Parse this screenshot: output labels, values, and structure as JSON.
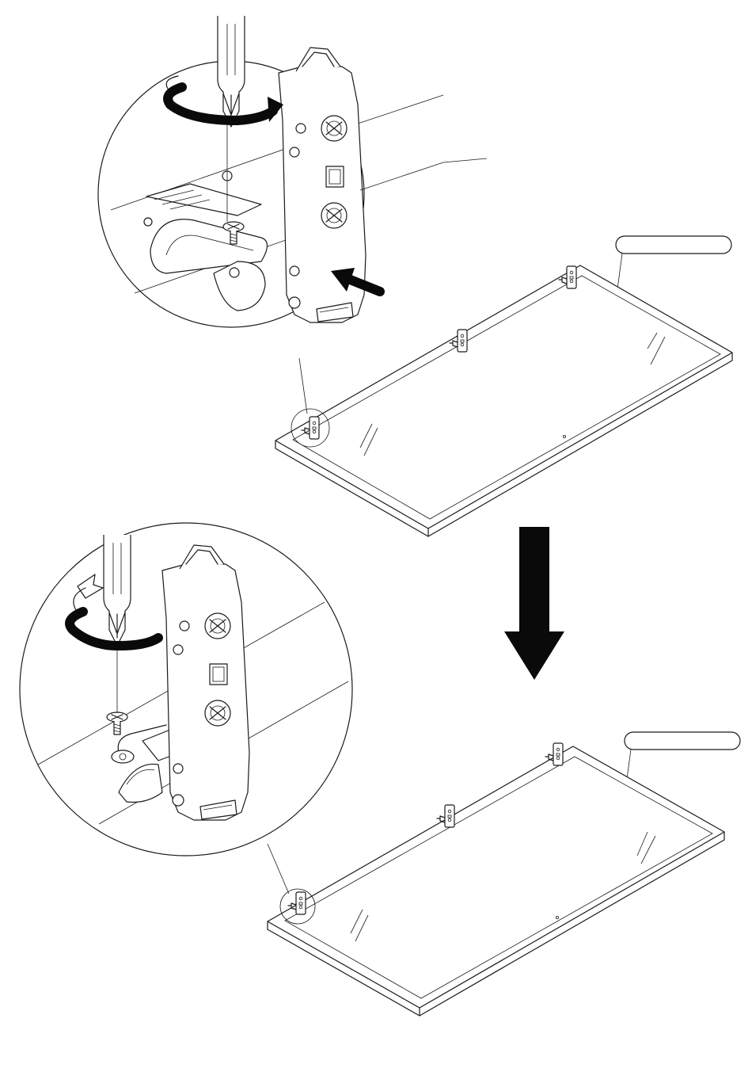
{
  "diagram": {
    "background_color": "#ffffff",
    "line_color": "#1a1a1a",
    "fill_color": "#0a0a0a",
    "steps": [
      {
        "stage": "before",
        "action": "tighten-screw-clockwise",
        "push_arrow": true,
        "part_label": ""
      },
      {
        "stage": "after",
        "action": "tighten-screw-counterclockwise",
        "push_arrow": false,
        "part_label": ""
      }
    ],
    "transition_arrow": "down-arrow-icon",
    "hinge_count_per_panel": 3
  }
}
